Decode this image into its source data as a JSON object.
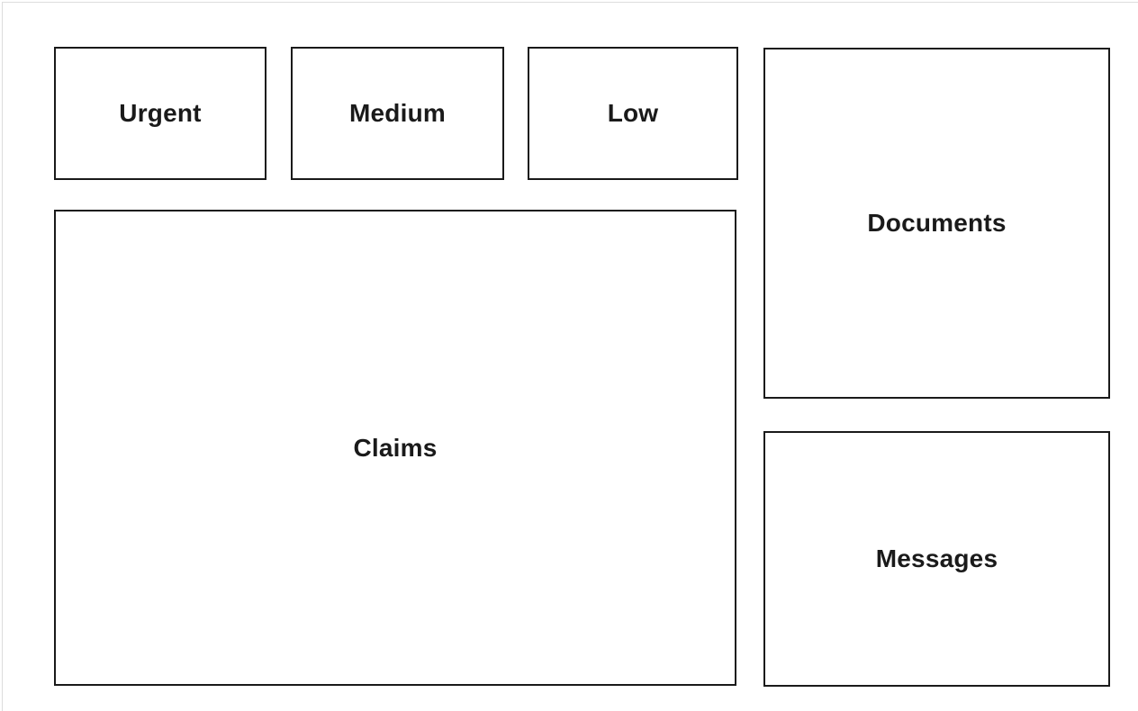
{
  "panels": {
    "urgent": {
      "label": "Urgent"
    },
    "medium": {
      "label": "Medium"
    },
    "low": {
      "label": "Low"
    },
    "claims": {
      "label": "Claims"
    },
    "documents": {
      "label": "Documents"
    },
    "messages": {
      "label": "Messages"
    }
  },
  "colors": {
    "panel_border": "#1a1a1a",
    "label_text": "#1a1a1a",
    "page_frame": "#dddddd",
    "background": "#ffffff"
  }
}
